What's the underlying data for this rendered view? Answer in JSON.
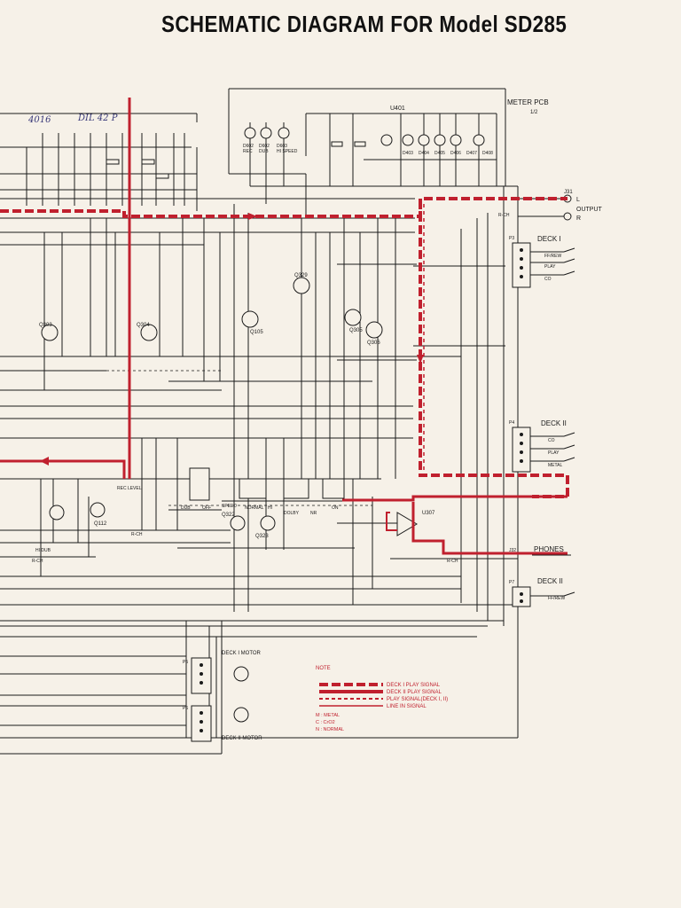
{
  "title": "SCHEMATIC DIAGRAM FOR Model SD285",
  "meter": {
    "label": "METER PCB",
    "sub": "1/2",
    "ic": "U401",
    "leds": [
      {
        "ref": "D602",
        "name": "REC"
      },
      {
        "ref": "D602",
        "name": "DUB"
      },
      {
        "ref": "D603",
        "name": "HI SPEED"
      }
    ],
    "meter_diodes": [
      "D403",
      "D404",
      "D405",
      "D406",
      "D407",
      "D408"
    ]
  },
  "handwritten": [
    "4016",
    "DIL 42 P"
  ],
  "output": {
    "jack": "J31",
    "label": "OUTPUT",
    "left": "L",
    "right": "R",
    "rch": "R-CH"
  },
  "decks": {
    "deck1": "DECK I",
    "deck2": "DECK II",
    "deck3": "DECK II",
    "deck1_switches": [
      "FF/REW",
      "PLAY",
      "CO"
    ],
    "deck2_switches": [
      "CO",
      "PLAY",
      "METAL"
    ],
    "deck3_switches": [
      "FF/REW"
    ],
    "motor1": "DECK I MOTOR",
    "motor2": "DECK II MOTOR",
    "p_labels": [
      "P3",
      "P4",
      "P7",
      "P5",
      "P6"
    ]
  },
  "phones": {
    "label": "PHONES",
    "jack": "J32"
  },
  "transistors": [
    "Q303",
    "Q304",
    "Q329",
    "Q105",
    "Q305",
    "Q306",
    "Q112",
    "Q322",
    "Q323",
    "U307"
  ],
  "switches": [
    "DUB",
    "OFF",
    "SPEED",
    "NORMAL",
    "HI",
    "DOLBY",
    "NR",
    "ON"
  ],
  "misc_labels": [
    "REC LEVEL",
    "HI DUB",
    "R-CH",
    "R-CH",
    "R-CH"
  ],
  "note": {
    "heading": "NOTE",
    "legend": [
      "DECK I PLAY SIGNAL",
      "DECK II PLAY SIGNAL",
      "PLAY SIGNAL(DECK I, II)",
      "LINE IN SIGNAL"
    ],
    "abbrev": [
      "M : METAL",
      "C : CrO2",
      "N : NORMAL"
    ]
  },
  "colors": {
    "ink": "#1a1a1a",
    "signal": "#c0202e",
    "paper": "#f6f1e8"
  }
}
